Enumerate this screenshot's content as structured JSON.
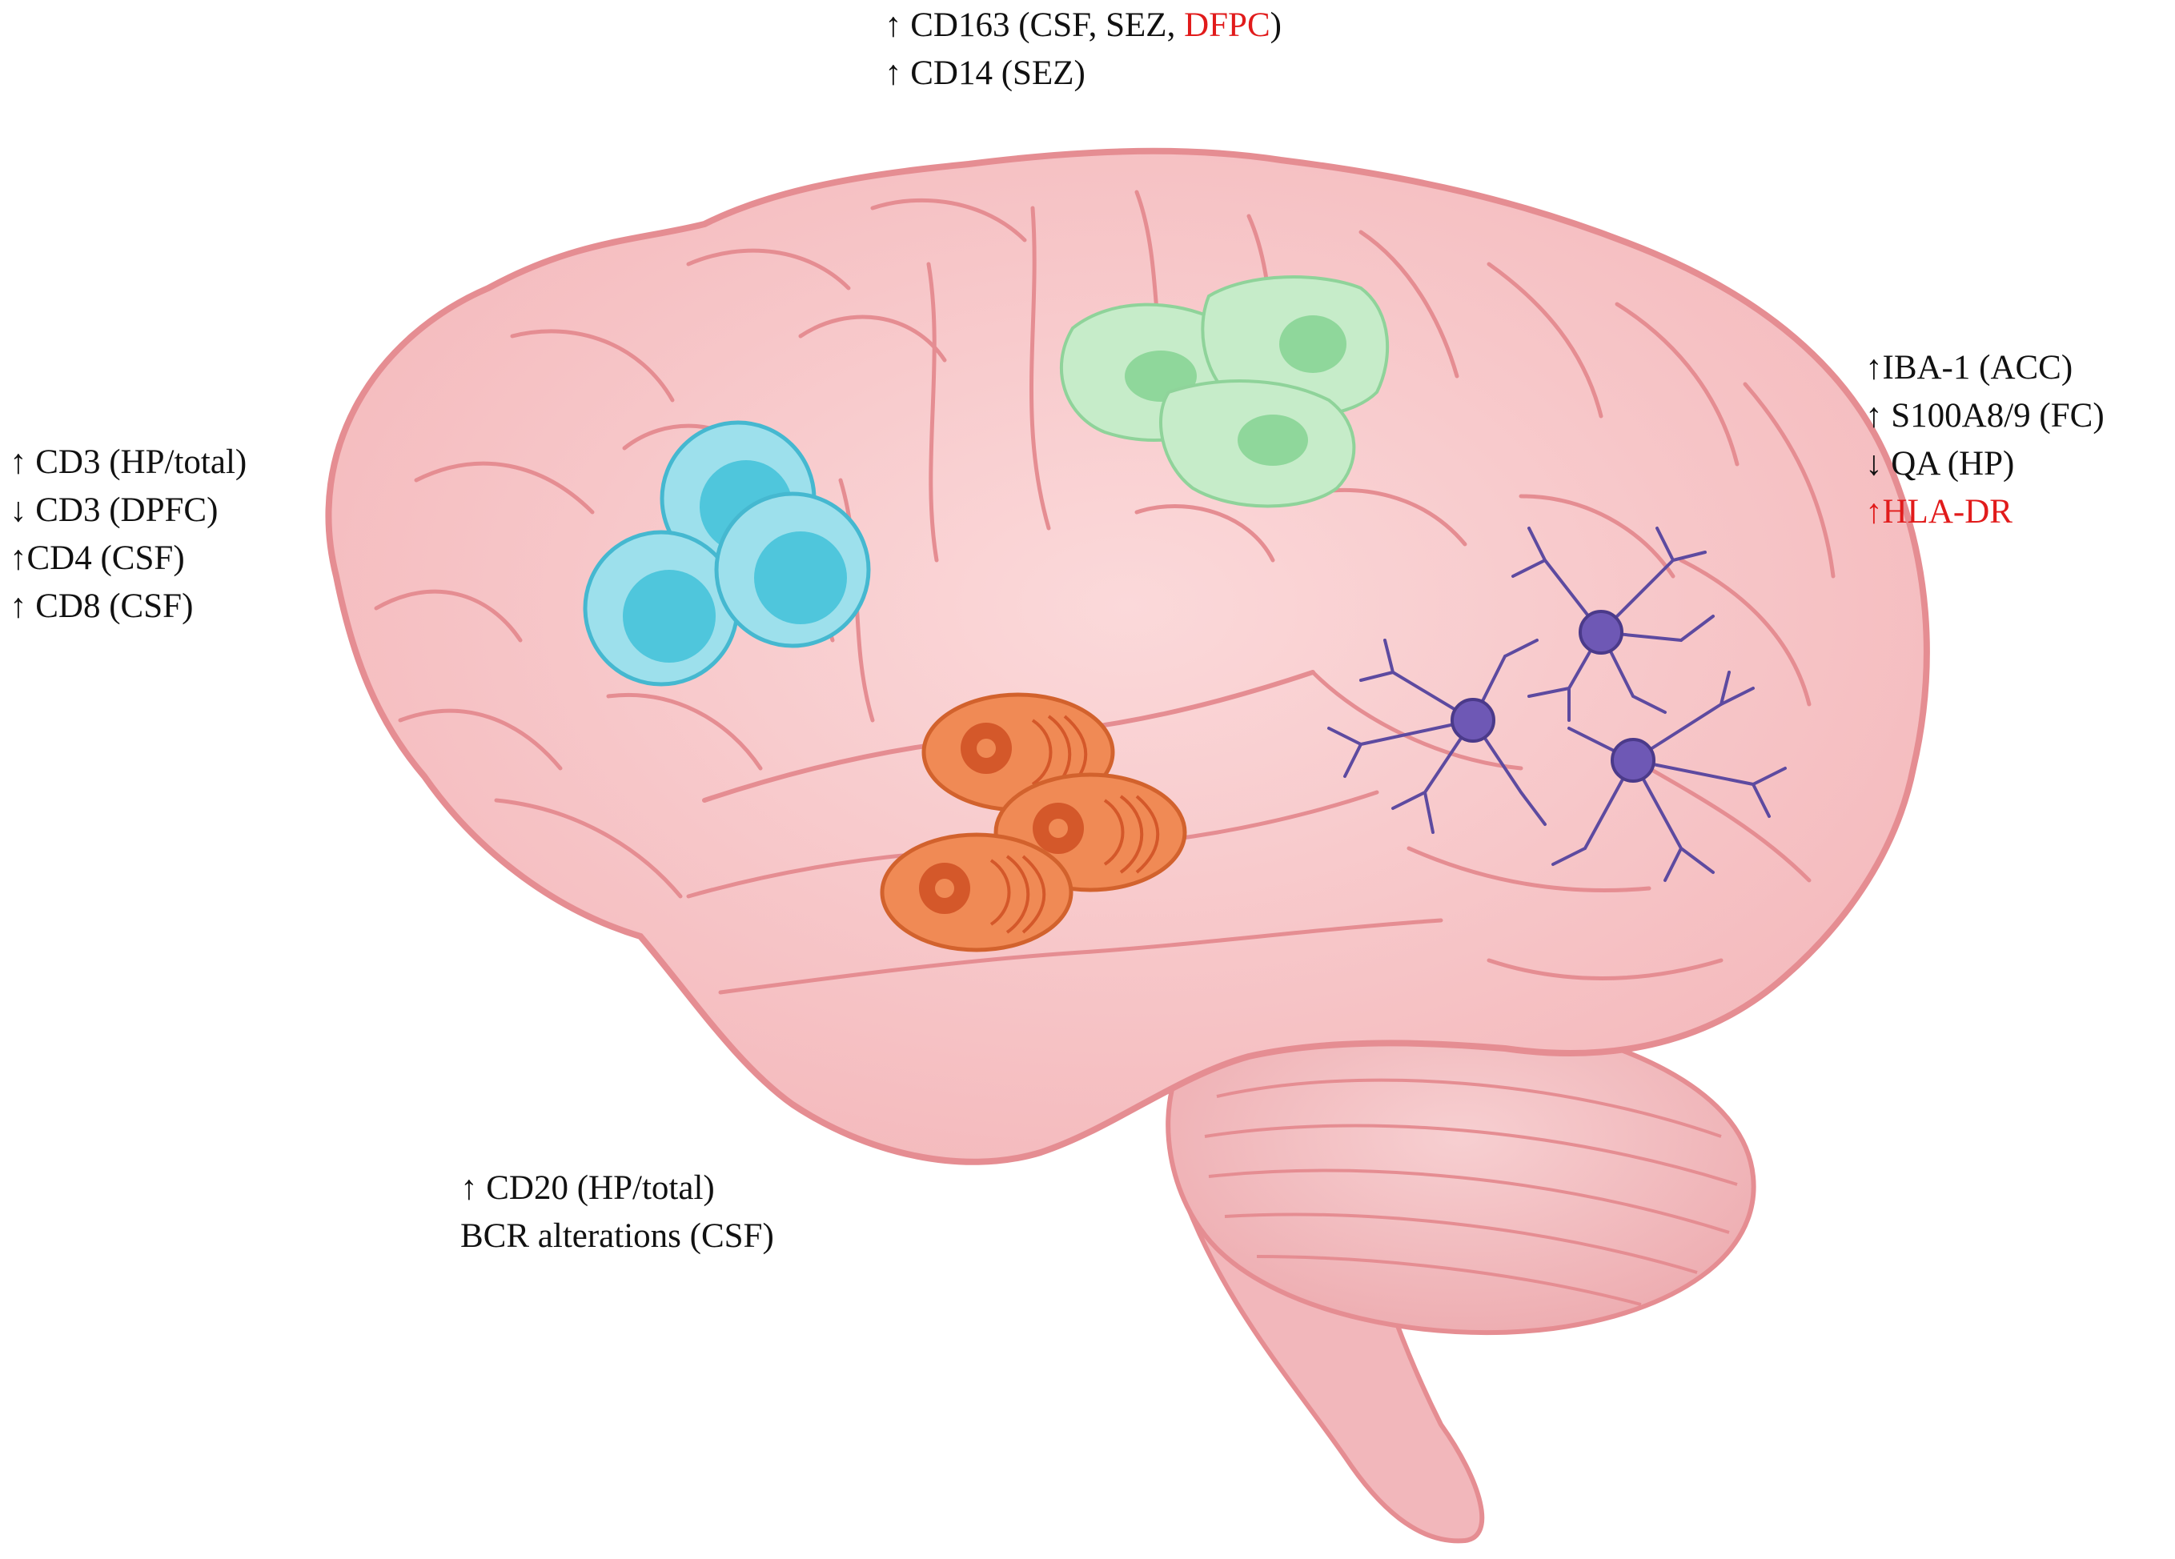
{
  "labels": {
    "top": [
      {
        "arrow": "↑",
        "text": "CD163 (CSF, SEZ, ",
        "red_text": "DFPC",
        "tail": ")"
      },
      {
        "arrow": "↑",
        "text": "CD14 (SEZ)"
      }
    ],
    "left": [
      {
        "arrow": "↑",
        "text": "CD3 (HP/total)"
      },
      {
        "arrow": "↓",
        "text": "CD3 (DPFC)"
      },
      {
        "arrow": "↑",
        "text": "CD4 (CSF)"
      },
      {
        "arrow": "↑",
        "text": "CD8 (CSF)"
      }
    ],
    "right": [
      {
        "arrow": "↑",
        "text": "IBA-1 (ACC)"
      },
      {
        "arrow": "↑",
        "text": "S100A8/9 (FC)"
      },
      {
        "arrow": "↓",
        "text": "QA (HP)"
      },
      {
        "arrow": "↑",
        "text": "HLA-DR",
        "red": true
      }
    ],
    "bottom": [
      {
        "arrow": "↑",
        "text": "CD20 (HP/total)"
      },
      {
        "arrow": "",
        "text": "BCR alterations (CSF)"
      }
    ]
  },
  "colors": {
    "brain_fill": "#f6c4c6",
    "brain_outline": "#e58d92",
    "t_cell": "#5fcbe0",
    "monocyte": "#b9e6bf",
    "b_cell": "#f08a55",
    "microglia": "#5d4aa0",
    "highlight_red": "#e11b1b"
  }
}
